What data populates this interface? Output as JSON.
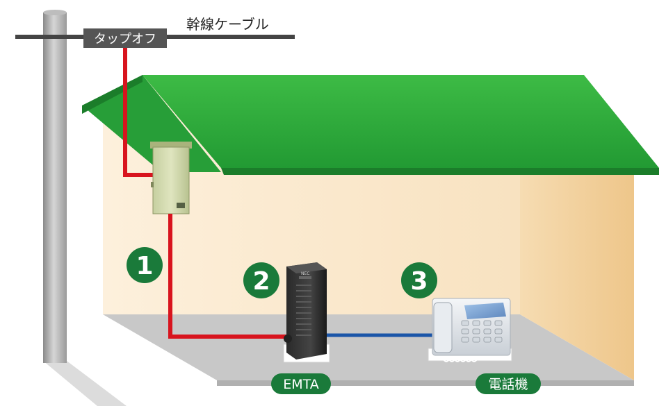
{
  "labels": {
    "trunk_cable": "幹線ケーブル",
    "tap_off": "タップオフ",
    "emta": "EMTA",
    "phone": "電話機"
  },
  "steps": [
    "1",
    "2",
    "3"
  ],
  "device_text": {
    "emta_brand": "NEC"
  },
  "colors": {
    "roof_green": "#2aa83a",
    "badge_green": "#1a7a3a",
    "coax_red": "#d8141e",
    "phone_line_blue": "#1a55a8",
    "wall": "#fbe9cf",
    "floor": "#c9c9c9",
    "tap_box": "#555555"
  }
}
